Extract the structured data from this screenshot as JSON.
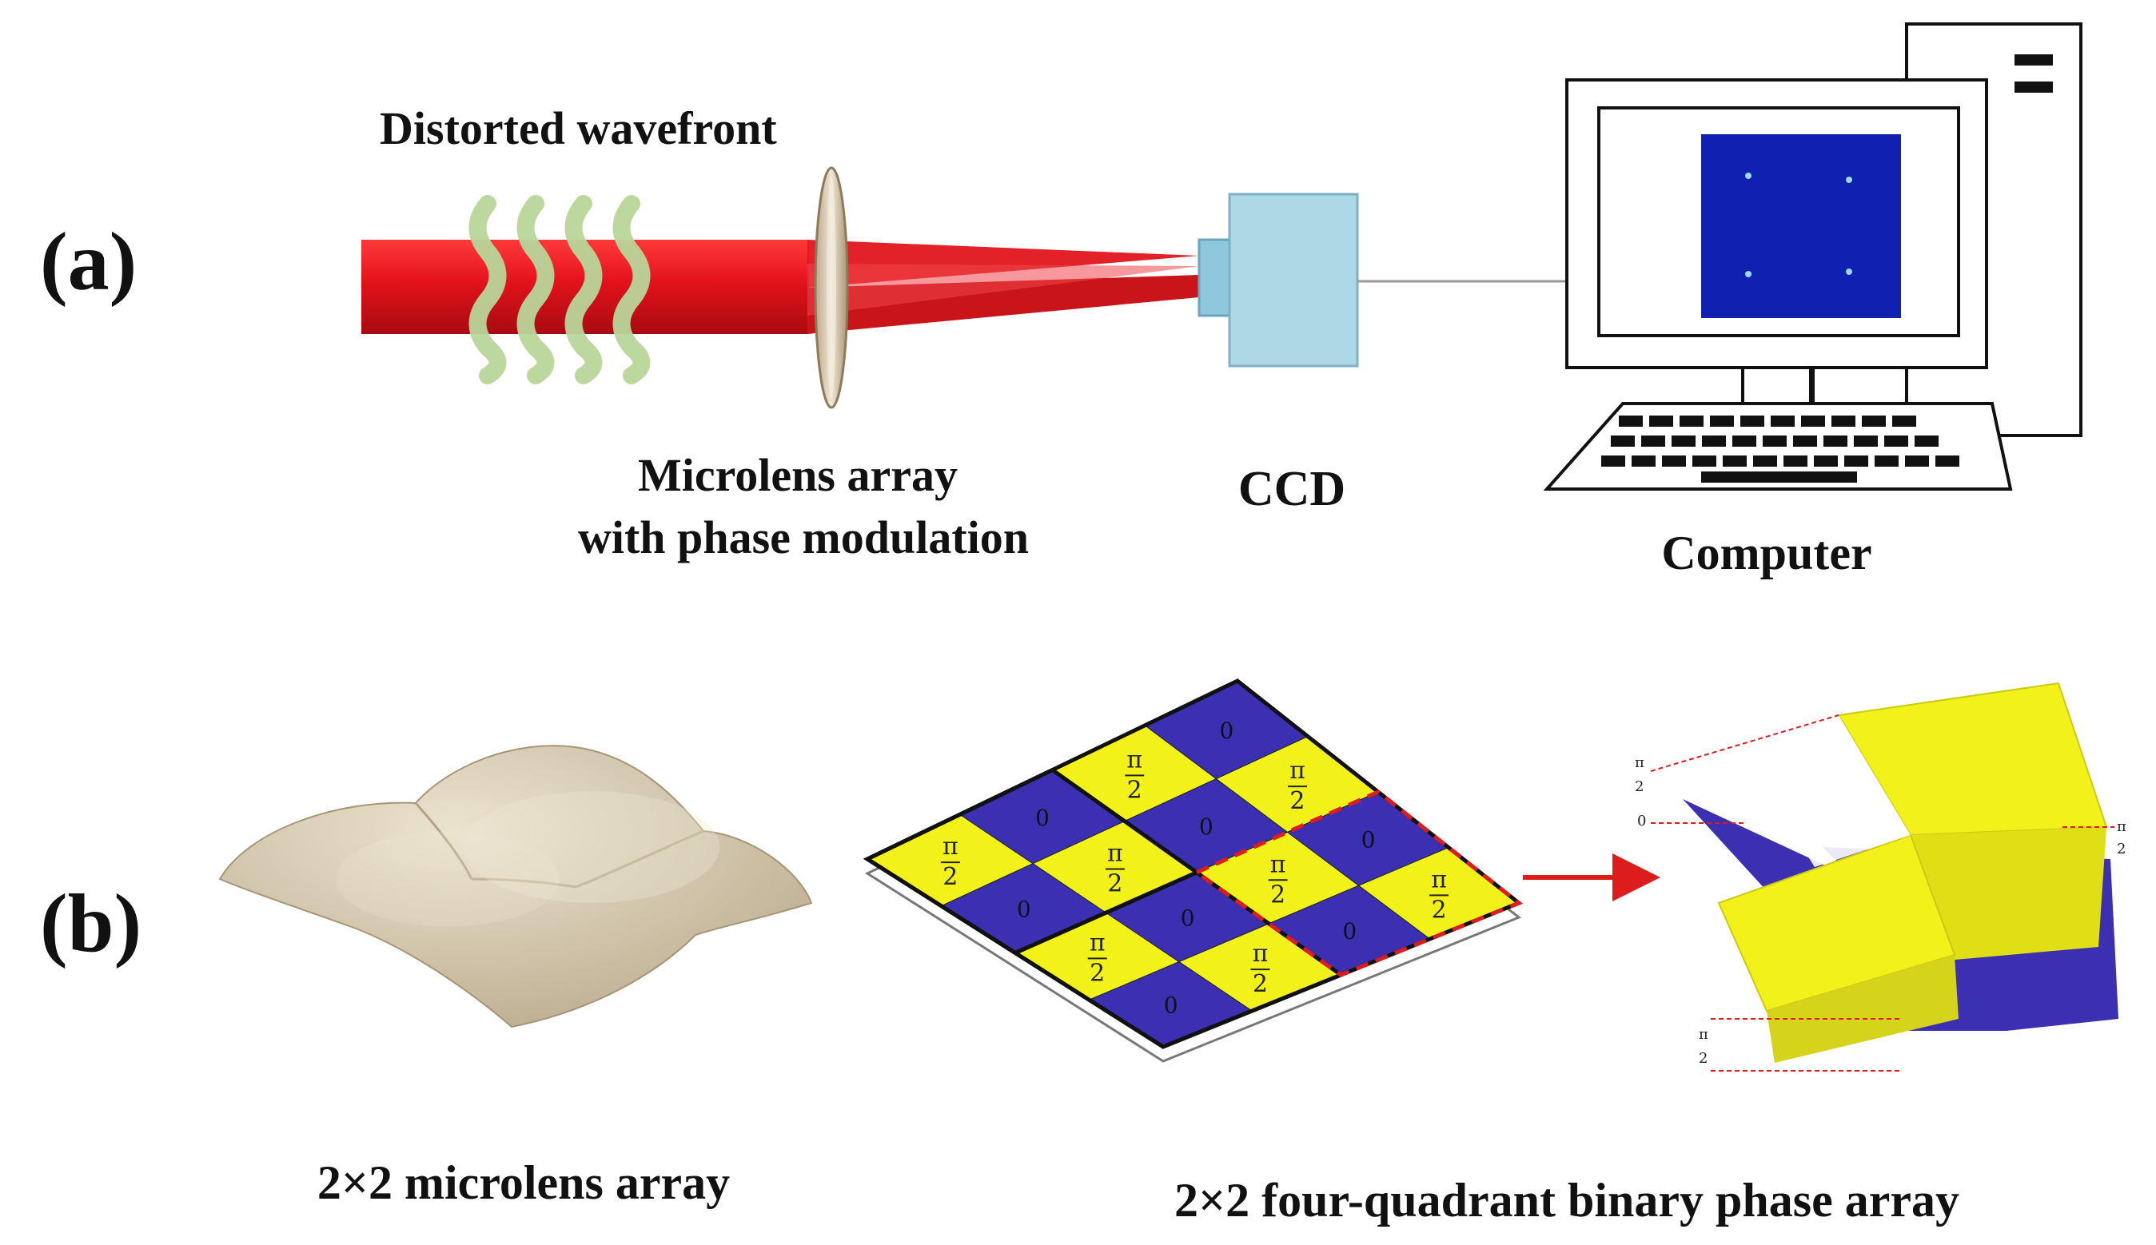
{
  "panel_a": {
    "label": "(a)",
    "wavefront_label": "Distorted wavefront",
    "microlens_label_line1": "Microlens array",
    "microlens_label_line2": "with  phase modulation",
    "ccd_label": "CCD",
    "computer_label": "Computer"
  },
  "panel_b": {
    "label": "(b)",
    "microlens_array_label": "2×2 microlens array",
    "phase_array_label": "2×2  four-quadrant binary phase array",
    "phase_zero": "0",
    "phase_pi": "π",
    "phase_two": "2"
  },
  "colors": {
    "beam": "#e0161c",
    "wave": "#b9d69a",
    "ccd": "#add8e6",
    "screen": "#1020b0",
    "yellow": "#f2f21a",
    "blue": "#3b2fb2",
    "lens": "#d9cdb4",
    "dashed": "#dd1c1c"
  }
}
